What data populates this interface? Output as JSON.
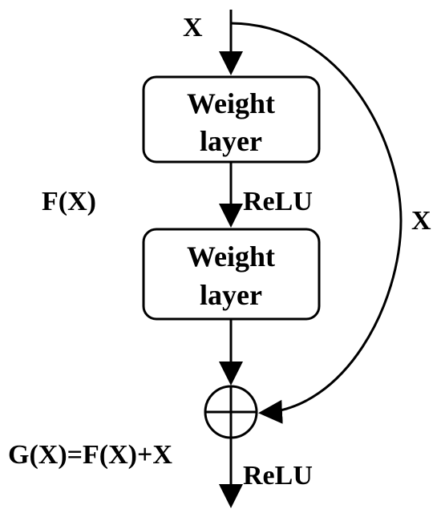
{
  "diagram": {
    "input_label": "X",
    "skip_label": "X",
    "block1": {
      "line1": "Weight",
      "line2": "layer"
    },
    "block2": {
      "line1": "Weight",
      "line2": "layer"
    },
    "activation_middle": "ReLU",
    "activation_output": "ReLU",
    "residual_label": "F(X)",
    "output_equation": "G(X)=F(X)+X"
  }
}
